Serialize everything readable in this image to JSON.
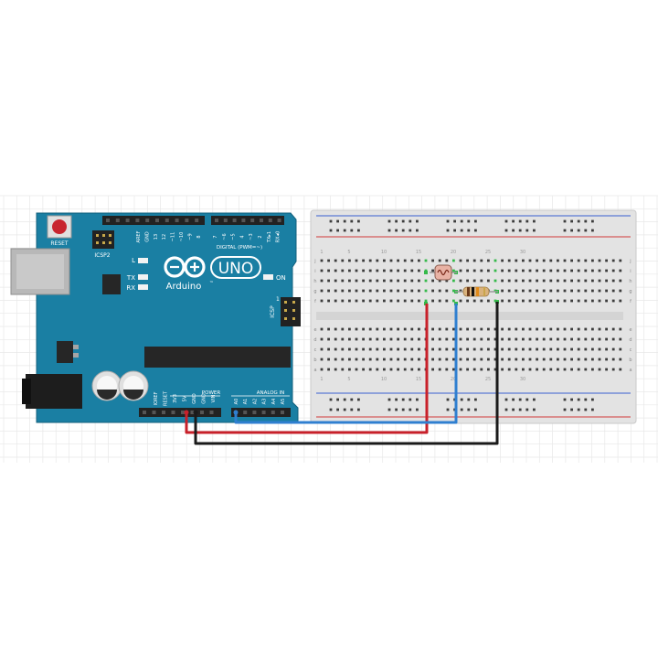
{
  "arduino": {
    "reset_label": "RESET",
    "icsp2_label": "ICSP2",
    "icsp_label": "ICSP",
    "icsp_pin1_label": "1",
    "board_name": "UNO",
    "brand": "Arduino",
    "trademark": "™",
    "digital_label": "DIGITAL (PWM=~)",
    "digital_header_left": [
      "AREF",
      "GND",
      "13",
      "12",
      "~11",
      "~10",
      "~9",
      "8"
    ],
    "digital_header_right": [
      "7",
      "~6",
      "~5",
      "4",
      "~3",
      "2",
      "TX▸1",
      "RX◂0"
    ],
    "led_labels": {
      "l": "L",
      "tx": "TX",
      "rx": "RX",
      "on": "ON"
    },
    "power_label": "POWER",
    "analog_label": "ANALOG IN",
    "power_pins": [
      "IOREF",
      "RESET",
      "3V3",
      "5V",
      "GND",
      "GND",
      "VIN"
    ],
    "analog_pins": [
      "A0",
      "A1",
      "A2",
      "A3",
      "A4",
      "A5"
    ]
  },
  "breadboard": {
    "row_letters_top": [
      "j",
      "i",
      "h",
      "g",
      "f"
    ],
    "row_letters_bottom": [
      "e",
      "d",
      "c",
      "b",
      "a"
    ],
    "column_numbers": [
      "1",
      "5",
      "10",
      "15",
      "20",
      "25",
      "30"
    ]
  },
  "components": {
    "ldr": "photoresistor",
    "resistor": "resistor"
  },
  "colors": {
    "board_blue": "#1a7fa3",
    "wire_red": "#c8202a",
    "wire_blue": "#2f7fd0",
    "wire_black": "#1a1a1a",
    "rail_red": "#d23a3a",
    "rail_blue": "#3a5fd0",
    "grid": "#e8e8e8"
  }
}
